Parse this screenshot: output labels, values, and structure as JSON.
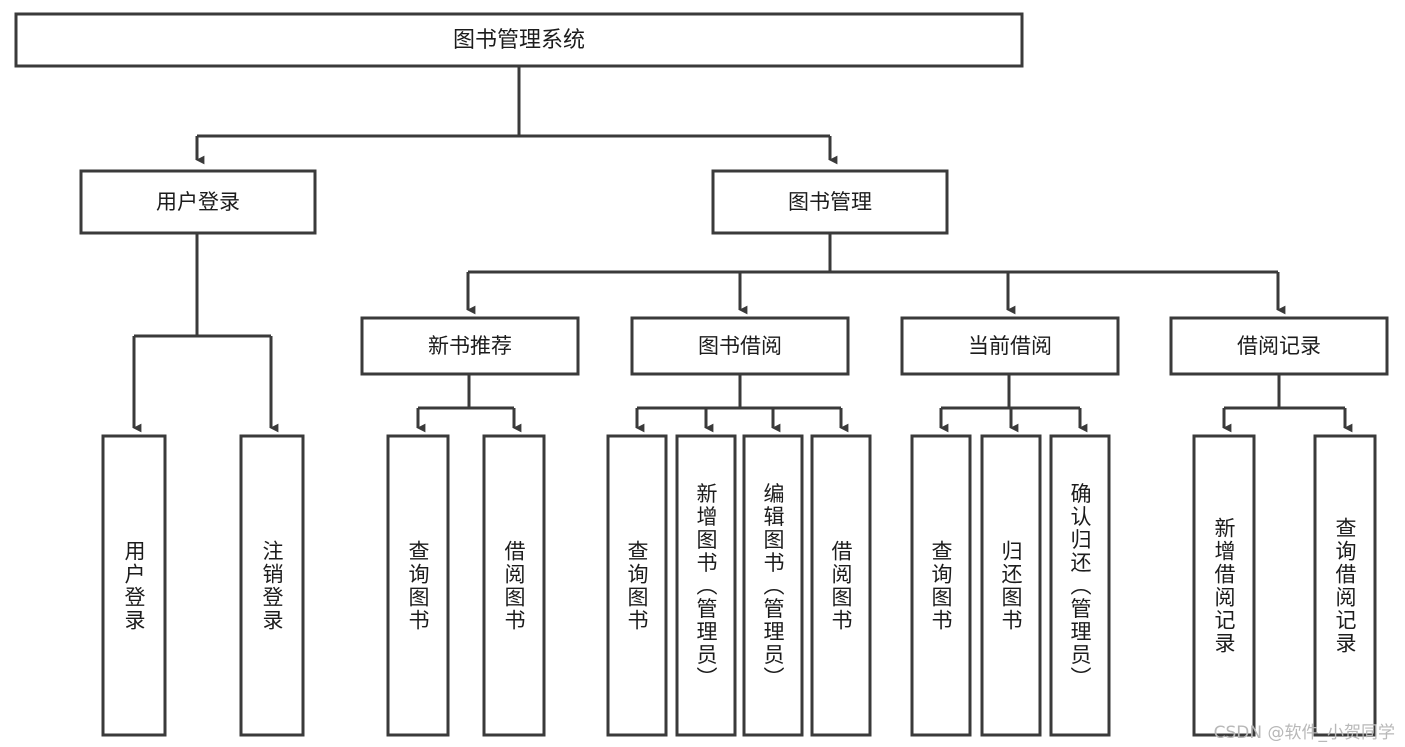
{
  "diagram": {
    "type": "hierarchy-tree",
    "title": "图书管理系统",
    "levels": 4,
    "root": {
      "id": "root",
      "label": "图书管理系统",
      "orientation": "horizontal"
    },
    "level2": [
      {
        "id": "user-login",
        "label": "用户登录",
        "orientation": "horizontal"
      },
      {
        "id": "book-manage",
        "label": "图书管理",
        "orientation": "horizontal"
      }
    ],
    "level3": [
      {
        "id": "new-book-recommend",
        "label": "新书推荐",
        "parent": "book-manage",
        "orientation": "horizontal"
      },
      {
        "id": "book-borrow",
        "label": "图书借阅",
        "parent": "book-manage",
        "orientation": "horizontal"
      },
      {
        "id": "current-borrow",
        "label": "当前借阅",
        "parent": "book-manage",
        "orientation": "horizontal"
      },
      {
        "id": "borrow-record",
        "label": "借阅记录",
        "parent": "book-manage",
        "orientation": "horizontal"
      }
    ],
    "leaves": [
      {
        "id": "leaf-user-login",
        "label": "用户登录",
        "parent": "user-login",
        "orientation": "vertical"
      },
      {
        "id": "leaf-logout-login",
        "label": "注销登录",
        "parent": "user-login",
        "orientation": "vertical"
      },
      {
        "id": "leaf-query-book-1",
        "label": "查询图书",
        "parent": "new-book-recommend",
        "orientation": "vertical"
      },
      {
        "id": "leaf-borrow-book-1",
        "label": "借阅图书",
        "parent": "new-book-recommend",
        "orientation": "vertical"
      },
      {
        "id": "leaf-query-book-2",
        "label": "查询图书",
        "parent": "book-borrow",
        "orientation": "vertical"
      },
      {
        "id": "leaf-add-book",
        "label": "新增图书（管理员）",
        "parent": "book-borrow",
        "orientation": "vertical"
      },
      {
        "id": "leaf-edit-book",
        "label": "编辑图书（管理员）",
        "parent": "book-borrow",
        "orientation": "vertical"
      },
      {
        "id": "leaf-borrow-book-2",
        "label": "借阅图书",
        "parent": "book-borrow",
        "orientation": "vertical"
      },
      {
        "id": "leaf-query-book-3",
        "label": "查询图书",
        "parent": "current-borrow",
        "orientation": "vertical"
      },
      {
        "id": "leaf-return-book",
        "label": "归还图书",
        "parent": "current-borrow",
        "orientation": "vertical"
      },
      {
        "id": "leaf-confirm-return",
        "label": "确认归还（管理员）",
        "parent": "current-borrow",
        "orientation": "vertical"
      },
      {
        "id": "leaf-add-record",
        "label": "新增借阅记录",
        "parent": "borrow-record",
        "orientation": "vertical"
      },
      {
        "id": "leaf-query-record",
        "label": "查询借阅记录",
        "parent": "borrow-record",
        "orientation": "vertical"
      }
    ],
    "colors": {
      "stroke": "#3a3a3a",
      "fill": "#ffffff",
      "text": "#1c1c1c",
      "watermark": "#b8b8b8"
    }
  },
  "watermark": {
    "text": "CSDN @软件_小贺同学"
  }
}
